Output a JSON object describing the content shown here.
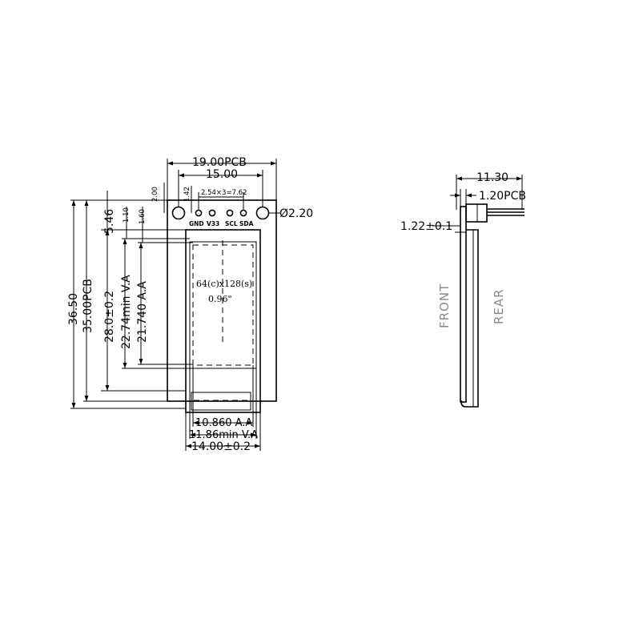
{
  "front_view": {
    "dims": {
      "pcb_width": "19.00PCB",
      "outline_width": "15.00",
      "pin_pitch": "2.54×3=7.62",
      "hole_dia": "Ø2.20",
      "top_2_00": "2.00",
      "top_1_42": "1.42",
      "left_5_46": "5.46",
      "left_1_10": "1.10",
      "left_1_60": "1.60",
      "total_height": "36.50",
      "pcb_height": "35.00PCB",
      "glass_height": "28.0±0.2",
      "va_height": "22.74min  V.A",
      "aa_height": "21.740  A.A",
      "aa_width": "10.860  A.A",
      "va_width": "11.86min  V.A",
      "glass_width": "14.00±0.2"
    },
    "pins": [
      "GND",
      "V33",
      "SCL",
      "SDA"
    ],
    "screen_note": {
      "resolution": "64(c)x128(s)",
      "size": "0.96\""
    }
  },
  "side_view": {
    "dims": {
      "thickness": "11.30",
      "pcb_thickness": "1.20PCB",
      "glass_thickness": "1.22±0.1"
    },
    "labels": {
      "front": "FRONT",
      "rear": "REAR"
    }
  }
}
